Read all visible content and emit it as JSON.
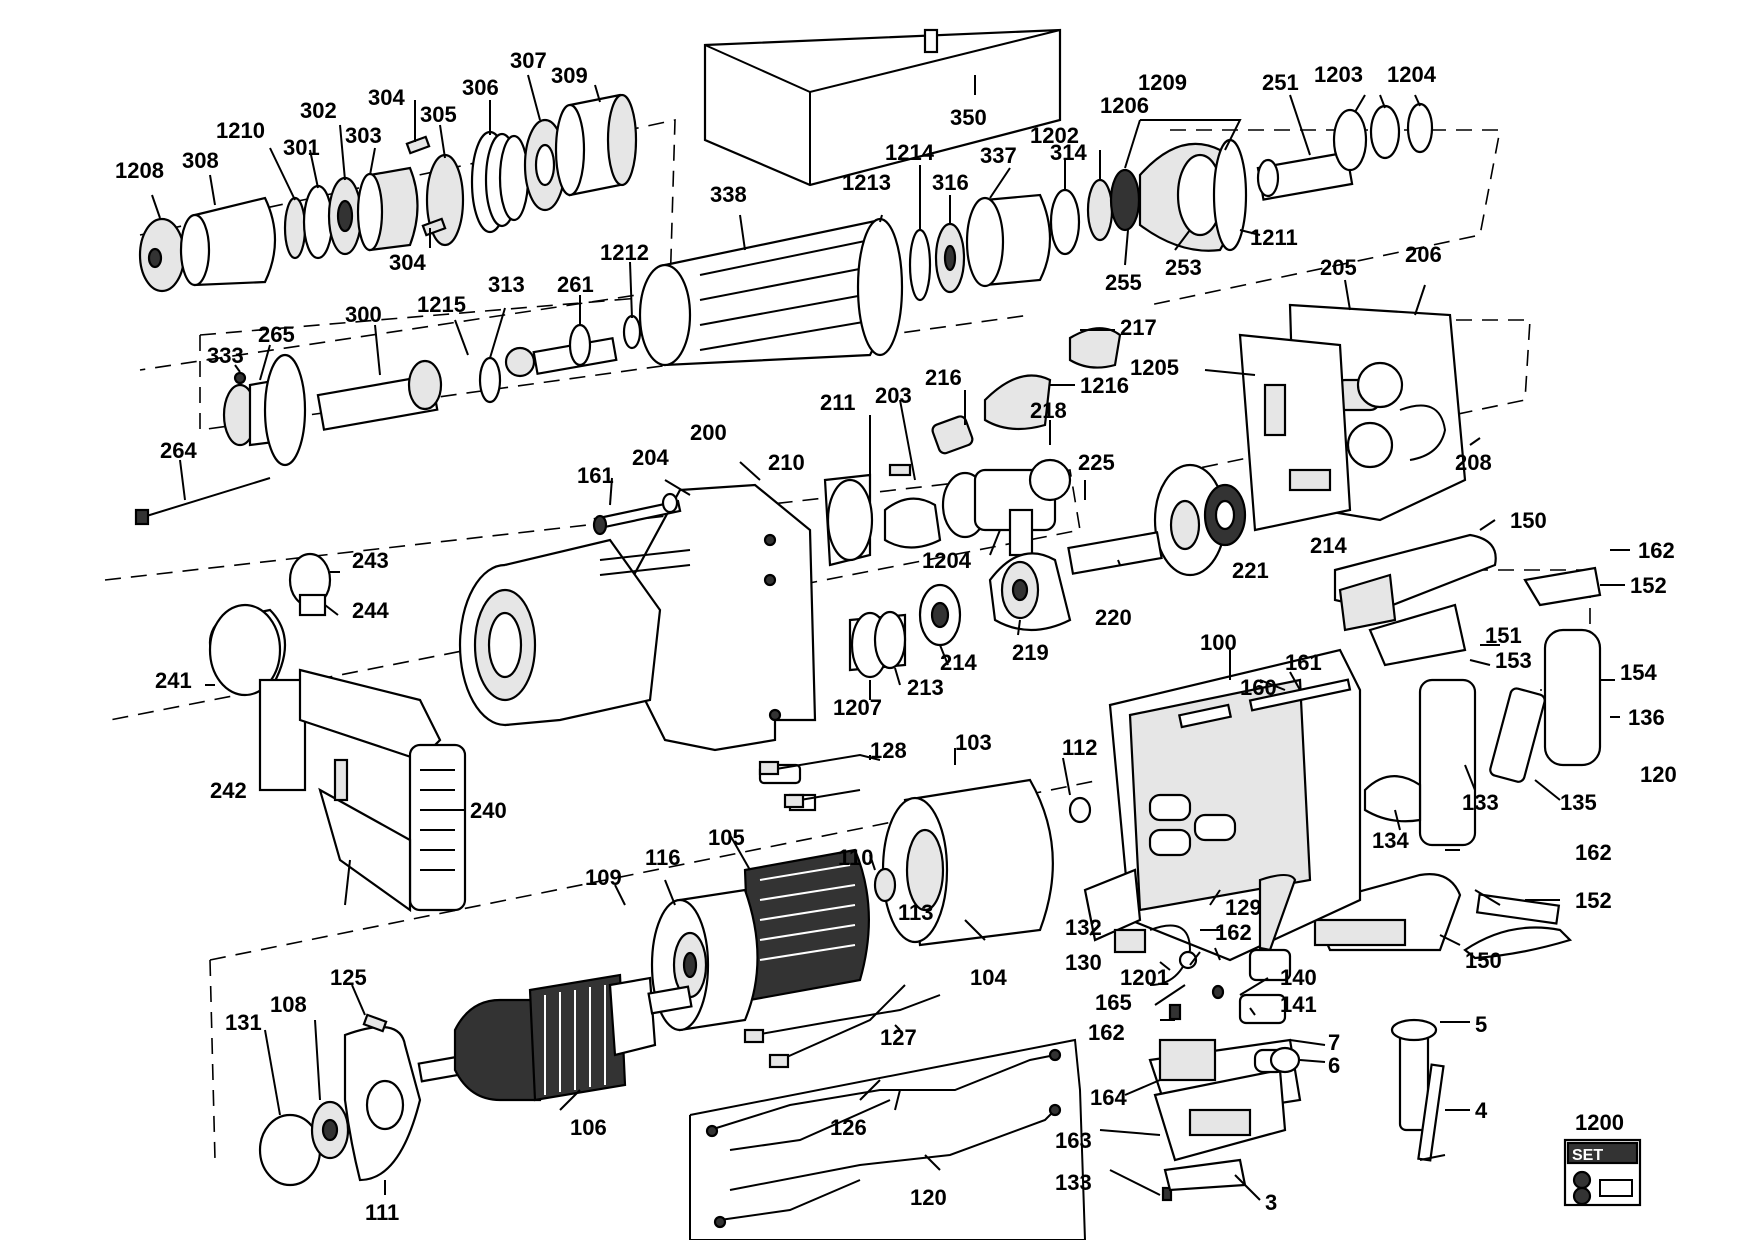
{
  "diagram": {
    "part_numbers": [
      "1208",
      "308",
      "1210",
      "301",
      "302",
      "303",
      "304",
      "305",
      "306",
      "307",
      "309",
      "304",
      "350",
      "338",
      "1213",
      "1214",
      "316",
      "337",
      "314",
      "1202",
      "1206",
      "1209",
      "251",
      "1203",
      "1204",
      "1211",
      "255",
      "253",
      "1212",
      "261",
      "313",
      "1215",
      "300",
      "265",
      "333",
      "264",
      "217",
      "1216",
      "216",
      "218",
      "1205",
      "205",
      "206",
      "208",
      "211",
      "203",
      "200",
      "204",
      "161",
      "210",
      "225",
      "1204",
      "221",
      "214",
      "220",
      "219",
      "214",
      "213",
      "1207",
      "243",
      "244",
      "241",
      "242",
      "240",
      "150",
      "162",
      "152",
      "151",
      "153",
      "154",
      "136",
      "120",
      "135",
      "133",
      "134",
      "100",
      "160",
      "161",
      "128",
      "103",
      "112",
      "110",
      "113",
      "105",
      "116",
      "109",
      "104",
      "132",
      "129",
      "162",
      "130",
      "1201",
      "165",
      "140",
      "141",
      "162",
      "7",
      "6",
      "164",
      "163",
      "133",
      "3",
      "125",
      "131",
      "108",
      "106",
      "111",
      "127",
      "126",
      "120",
      "162",
      "152",
      "150",
      "5",
      "4",
      "1200"
    ],
    "set_badge": "SET"
  }
}
